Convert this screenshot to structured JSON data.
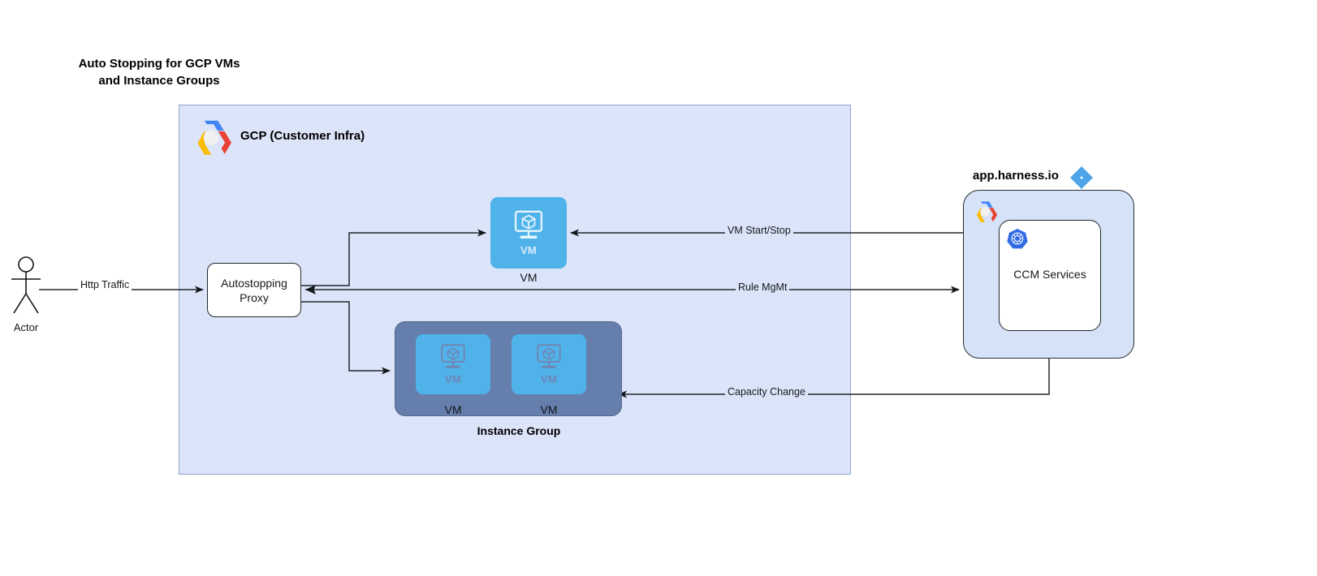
{
  "title": "Auto Stopping for GCP VMs\nand Instance Groups",
  "colors": {
    "gcp_region_fill": "#dbe4f8",
    "gcp_region_stroke": "#8fa4cc",
    "vm_tile_fill": "#4fb3ea",
    "instance_group_fill": "#667eab",
    "harness_region_fill": "#d5e2f7",
    "edge_stroke": "#23272c",
    "harness_logo_blue": "#4da5e8",
    "kubernetes_blue": "#326ce5"
  },
  "actor": {
    "label": "Actor",
    "icon": "stick-figure-actor-icon"
  },
  "gcp_region": {
    "label": "GCP (Customer Infra)",
    "icon": "gcp-logo-icon"
  },
  "autostopping_proxy": {
    "label": "Autostopping\nProxy"
  },
  "vm_standalone": {
    "tile_label": "VM",
    "caption": "VM",
    "icon": "vm-monitor-cube-icon"
  },
  "instance_group": {
    "caption": "Instance Group",
    "vms": [
      {
        "tile_label": "VM",
        "caption": "VM",
        "icon": "vm-monitor-cube-icon"
      },
      {
        "tile_label": "VM",
        "caption": "VM",
        "icon": "vm-monitor-cube-icon"
      }
    ]
  },
  "harness": {
    "label": "app.harness.io",
    "logo_icon": "harness-diamond-logo-icon",
    "gcp_badge_icon": "gcp-logo-icon",
    "ccm": {
      "label": "CCM Services",
      "icon": "kubernetes-logo-icon"
    }
  },
  "edges": [
    {
      "name": "http-traffic",
      "label": "Http Traffic",
      "from": "actor",
      "to": "autostopping-proxy"
    },
    {
      "name": "proxy-to-vm",
      "label": "",
      "from": "autostopping-proxy",
      "to": "vm-standalone"
    },
    {
      "name": "proxy-to-ig",
      "label": "",
      "from": "autostopping-proxy",
      "to": "instance-group"
    },
    {
      "name": "vm-start-stop",
      "label": "VM Start/Stop",
      "from": "harness",
      "to": "vm-standalone"
    },
    {
      "name": "rule-mgmt",
      "label": "Rule MgMt",
      "from": "autostopping-proxy",
      "to": "harness"
    },
    {
      "name": "capacity-change",
      "label": "Capacity Change",
      "from": "harness",
      "to": "instance-group"
    }
  ]
}
